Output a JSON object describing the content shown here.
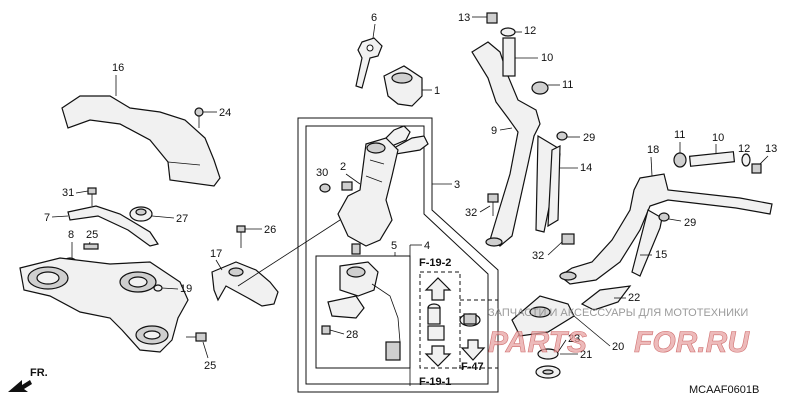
{
  "diagram": {
    "code": "MCAAF0601B",
    "direction_label": "FR.",
    "watermark": {
      "line1": "ЗАПЧАСТИ И АКСЕССУАРЫ ДЛЯ МОТОТЕХНИКИ",
      "brand_part1": "PARTS",
      "brand_part2": "FOR.RU"
    },
    "refs": {
      "f19_2": "F-19-2",
      "f19_1": "F-19-1",
      "f47": "F-47"
    },
    "callouts": {
      "n1": "1",
      "n2": "2",
      "n3": "3",
      "n4": "4",
      "n5": "5",
      "n6": "6",
      "n7": "7",
      "n8": "8",
      "n9": "9",
      "n10a": "10",
      "n10b": "10",
      "n11a": "11",
      "n11b": "11",
      "n12a": "12",
      "n12b": "12",
      "n13a": "13",
      "n13b": "13",
      "n14": "14",
      "n15": "15",
      "n16": "16",
      "n17": "17",
      "n18": "18",
      "n19": "19",
      "n20": "20",
      "n21": "21",
      "n22": "22",
      "n23": "23",
      "n24": "24",
      "n25a": "25",
      "n25b": "25",
      "n26": "26",
      "n27": "27",
      "n28": "28",
      "n29a": "29",
      "n29b": "29",
      "n30": "30",
      "n31": "31",
      "n32a": "32",
      "n32b": "32"
    }
  }
}
